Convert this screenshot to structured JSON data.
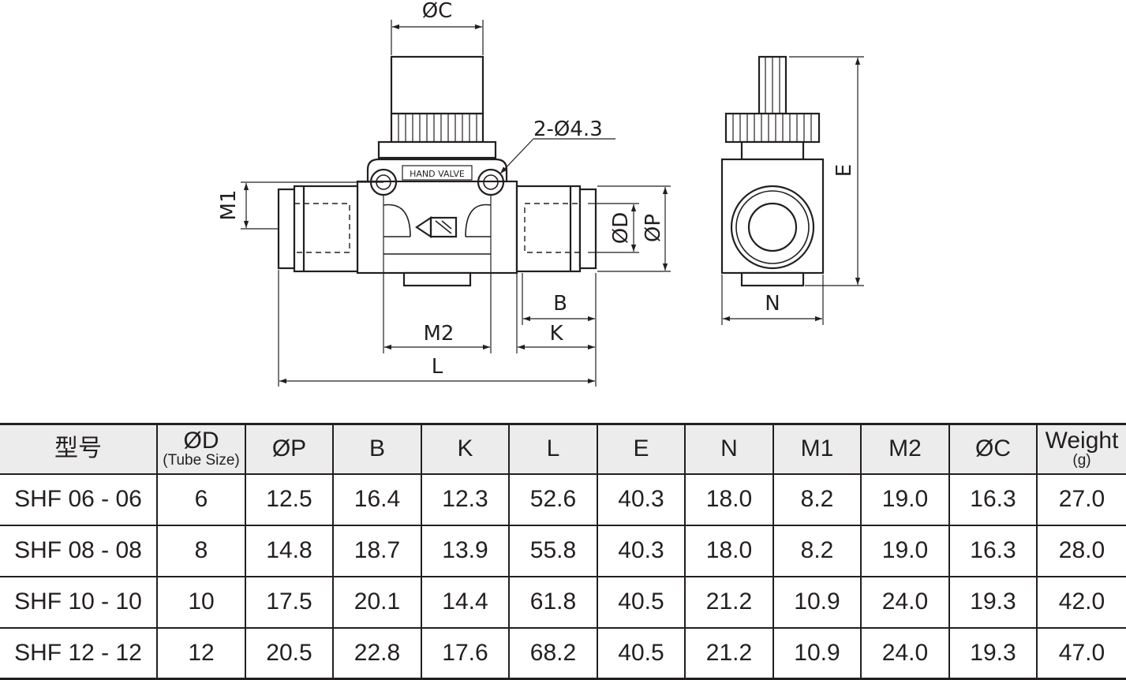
{
  "drawing": {
    "labels": {
      "oc": "ØC",
      "hole_note": "2-Ø4.3",
      "hand_valve": "HAND VALVE",
      "m1": "M1",
      "od": "ØD",
      "op": "ØP",
      "b": "B",
      "k": "K",
      "m2": "M2",
      "l": "L",
      "e": "E",
      "n": "N"
    }
  },
  "table": {
    "headers": [
      {
        "label": "型号",
        "sub": ""
      },
      {
        "label": "ØD",
        "sub": "(Tube Size)"
      },
      {
        "label": "ØP",
        "sub": ""
      },
      {
        "label": "B",
        "sub": ""
      },
      {
        "label": "K",
        "sub": ""
      },
      {
        "label": "L",
        "sub": ""
      },
      {
        "label": "E",
        "sub": ""
      },
      {
        "label": "N",
        "sub": ""
      },
      {
        "label": "M1",
        "sub": ""
      },
      {
        "label": "M2",
        "sub": ""
      },
      {
        "label": "ØC",
        "sub": ""
      },
      {
        "label": "Weight",
        "sub": "(g)"
      }
    ],
    "rows": [
      [
        "SHF 06 - 06",
        "6",
        "12.5",
        "16.4",
        "12.3",
        "52.6",
        "40.3",
        "18.0",
        "8.2",
        "19.0",
        "16.3",
        "27.0"
      ],
      [
        "SHF 08 - 08",
        "8",
        "14.8",
        "18.7",
        "13.9",
        "55.8",
        "40.3",
        "18.0",
        "8.2",
        "19.0",
        "16.3",
        "28.0"
      ],
      [
        "SHF 10 - 10",
        "10",
        "17.5",
        "20.1",
        "14.4",
        "61.8",
        "40.5",
        "21.2",
        "10.9",
        "24.0",
        "19.3",
        "42.0"
      ],
      [
        "SHF 12 - 12",
        "12",
        "20.5",
        "22.8",
        "17.6",
        "68.2",
        "40.5",
        "21.2",
        "10.9",
        "24.0",
        "19.3",
        "47.0"
      ]
    ]
  }
}
